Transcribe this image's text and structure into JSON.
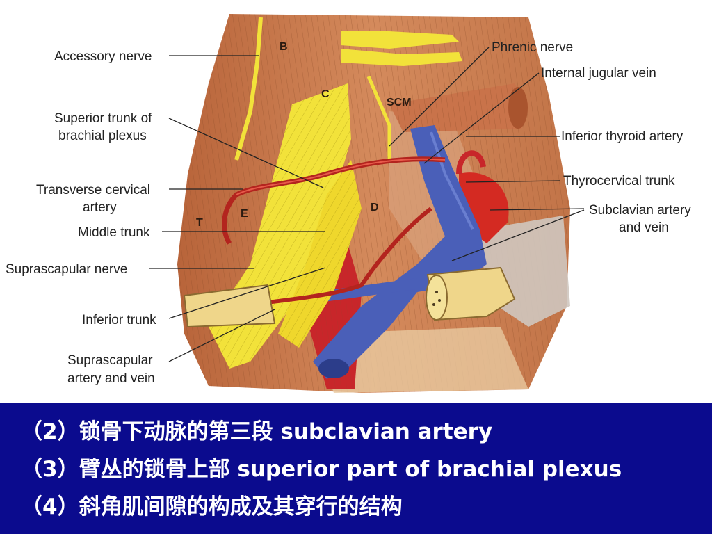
{
  "labels": {
    "accessory_nerve": "Accessory nerve",
    "superior_trunk_1": "Superior trunk of",
    "superior_trunk_2": "brachial plexus",
    "transverse_cervical_1": "Transverse cervical",
    "transverse_cervical_2": "artery",
    "middle_trunk": "Middle trunk",
    "suprascapular_nerve": "Suprascapular nerve",
    "inferior_trunk": "Inferior trunk",
    "suprascapular_av_1": "Suprascapular",
    "suprascapular_av_2": "artery and vein",
    "phrenic_nerve": "Phrenic nerve",
    "internal_jugular_vein": "Internal jugular vein",
    "inferior_thyroid_artery": "Inferior thyroid artery",
    "thyrocervical_trunk": "Thyrocervical trunk",
    "subclavian_av_1": "Subclavian artery",
    "subclavian_av_2": "and vein"
  },
  "muscle_letters": {
    "B": "B",
    "C": "C",
    "SCM": "SCM",
    "E": "E",
    "D": "D",
    "T": "T"
  },
  "caption": {
    "line1": "（2）锁骨下动脉的第三段 subclavian artery",
    "line2": "（3）臂丛的锁骨上部 superior part of brachial plexus",
    "line3": "（4）斜角肌间隙的构成及其穿行的结构"
  },
  "colors": {
    "caption_bg": "#0b0b8e",
    "muscle": "#c97a4e",
    "nerve": "#f2e23a",
    "artery": "#c8262a",
    "vein": "#4a5fb8"
  }
}
